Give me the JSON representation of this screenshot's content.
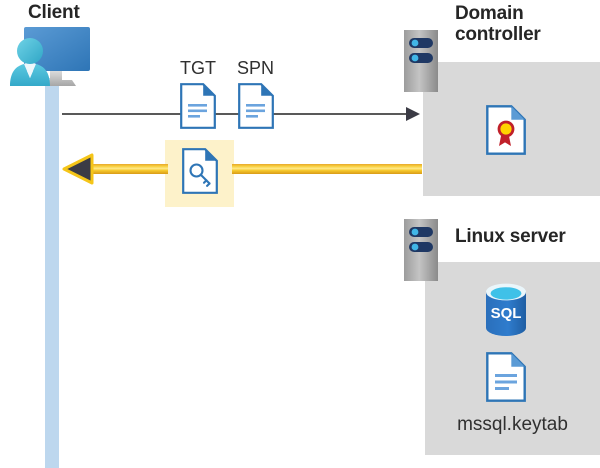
{
  "diagram": {
    "title_client": "Client",
    "title_domain_controller": "Domain\ncontroller",
    "title_domain_controller_line1": "Domain",
    "title_domain_controller_line2": "controller",
    "title_linux_server": "Linux server",
    "label_tgt": "TGT",
    "label_spn": "SPN",
    "label_keytab_file": "mssql.keytab",
    "icons": {
      "client": "client-workstation-icon",
      "server_dc": "server-rack-icon",
      "server_linux": "server-rack-icon",
      "tgt": "document-icon",
      "spn": "document-icon",
      "key_ticket": "key-document-icon",
      "certificate": "certificate-document-icon",
      "sql_database": "sql-database-icon",
      "keytab": "document-icon"
    },
    "arrows": {
      "request": {
        "direction": "right",
        "style": "thin-gray-line",
        "color": "#595959",
        "from": "client",
        "to": "domain-controller"
      },
      "response": {
        "direction": "left",
        "style": "thick-gold-line",
        "color": "#f5c518",
        "from": "domain-controller",
        "to": "client"
      }
    },
    "colors": {
      "panel_gray": "#d9d9d9",
      "lifeline_blue": "#bdd7ee",
      "highlight_yellow": "#fdf2ca",
      "doc_blue": "#2e75b6",
      "accent_gold": "#f5c518",
      "title_text": "#262626",
      "sql_blue": "#2a6fbb",
      "cert_red": "#c0202a",
      "cert_gold": "#ffd400",
      "server_navy": "#1f3864",
      "server_cyan": "#41b6e6"
    }
  }
}
